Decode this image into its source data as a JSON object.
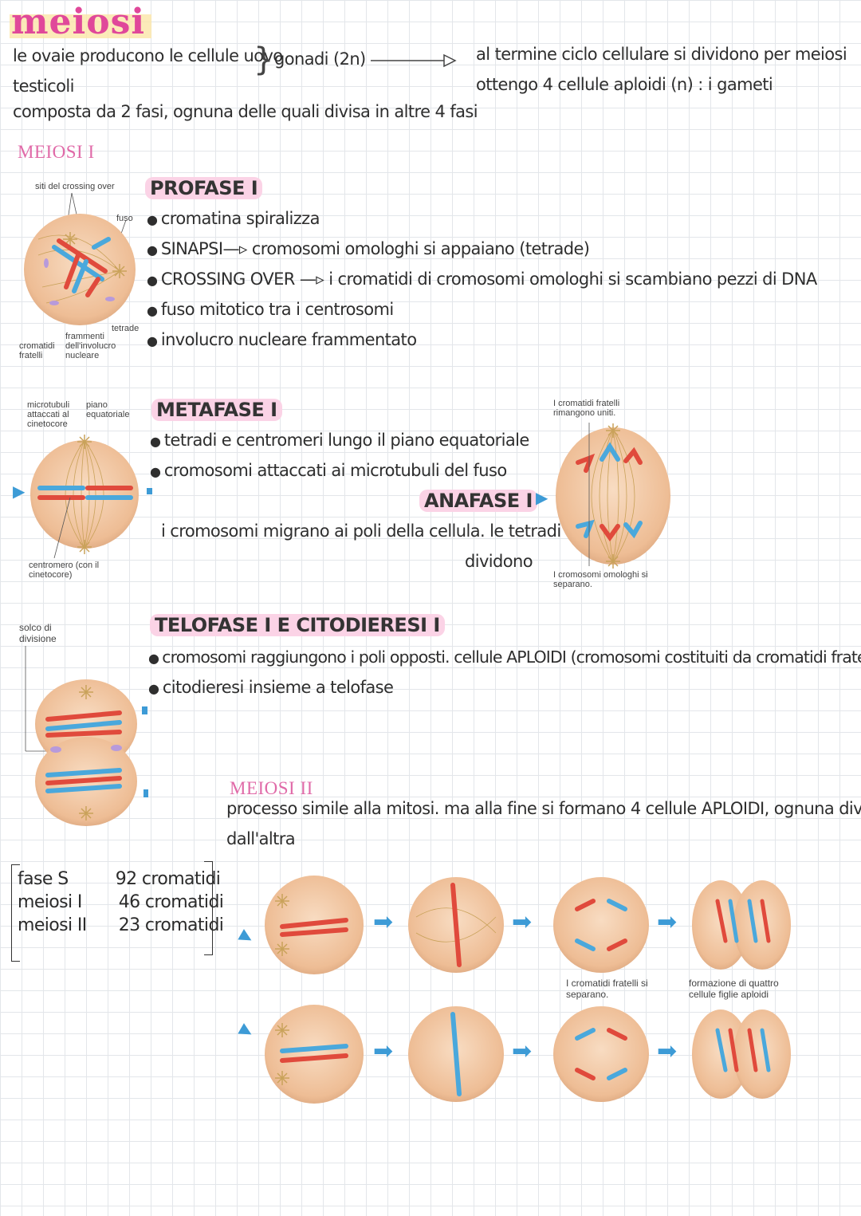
{
  "title": "meiosi",
  "intro": {
    "line1": "le ovaie producono le cellule uovo",
    "line2": "testicoli",
    "gonads": "gonadi (2n)",
    "result1": "al termine ciclo cellulare si dividono per meiosi",
    "result2": "ottengo 4 cellule aploidi (n) : i gameti",
    "line3": "composta da 2 fasi, ognuna delle quali divisa in altre 4 fasi"
  },
  "meiosi1": {
    "heading": "MEIOSI I",
    "profase": {
      "title": "PROFASE I",
      "bullets": [
        "cromatina spiralizza",
        "SINAPSI—▹ cromosomi omologhi si appaiano (tetrade)",
        "CROSSING OVER —▹ i cromatidi di cromosomi omologhi si scambiano pezzi di DNA",
        "fuso mitotico tra i centrosomi",
        "involucro nucleare frammentato"
      ],
      "labels": {
        "crossing": "siti del crossing over",
        "fuso": "fuso",
        "tetrade": "tetrade",
        "cromatidi": "cromatidi fratelli",
        "frammenti": "frammenti dell'involucro nucleare"
      }
    },
    "metafase": {
      "title": "METAFASE I",
      "bullets": [
        "tetradi e centromeri lungo il piano equatoriale",
        "cromosomi attaccati ai microtubuli del fuso"
      ],
      "labels": {
        "microtubuli": "microtubuli attaccati al cinetocore",
        "piano": "piano equatoriale",
        "centromero": "centromero (con il cinetocore)"
      }
    },
    "anafase": {
      "title": "ANAFASE I",
      "text1": "i cromosomi migrano ai poli della cellula. le tetradi si",
      "text2": "dividono",
      "labels": {
        "fratelli": "I cromatidi fratelli rimangono uniti.",
        "omologhi": "I cromosomi omologhi si separano."
      }
    },
    "telofase": {
      "title": "TELOFASE I E CITODIERESI I",
      "bullets": [
        "cromosomi raggiungono i poli opposti. cellule APLOIDI (cromosomi costituiti da cromatidi fratelli)",
        "citodieresi insieme a telofase"
      ],
      "labels": {
        "solco": "solco di divisione"
      }
    }
  },
  "meiosi2": {
    "heading": "MEIOSI II",
    "text1": "processo simile alla mitosi. ma alla fine si formano 4 cellule APLOIDI, ognuna diversa",
    "text2": "dall'altra",
    "labels": {
      "separano": "I cromatidi fratelli si separano.",
      "formazione": "formazione di quattro cellule figlie aploidi"
    }
  },
  "counts": [
    {
      "phase": "fase S",
      "value": "92 cromatidi"
    },
    {
      "phase": "meiosi I",
      "value": "46  cromatidi"
    },
    {
      "phase": "meiosi II",
      "value": "23 cromatidi"
    }
  ],
  "colors": {
    "title": "#e0489a",
    "highlight": "#fbd3e6",
    "cell": "#f2c7a2",
    "chrom_red": "#e04a3c",
    "chrom_blue": "#4aa8dc",
    "arrow": "#3d9bd6"
  }
}
